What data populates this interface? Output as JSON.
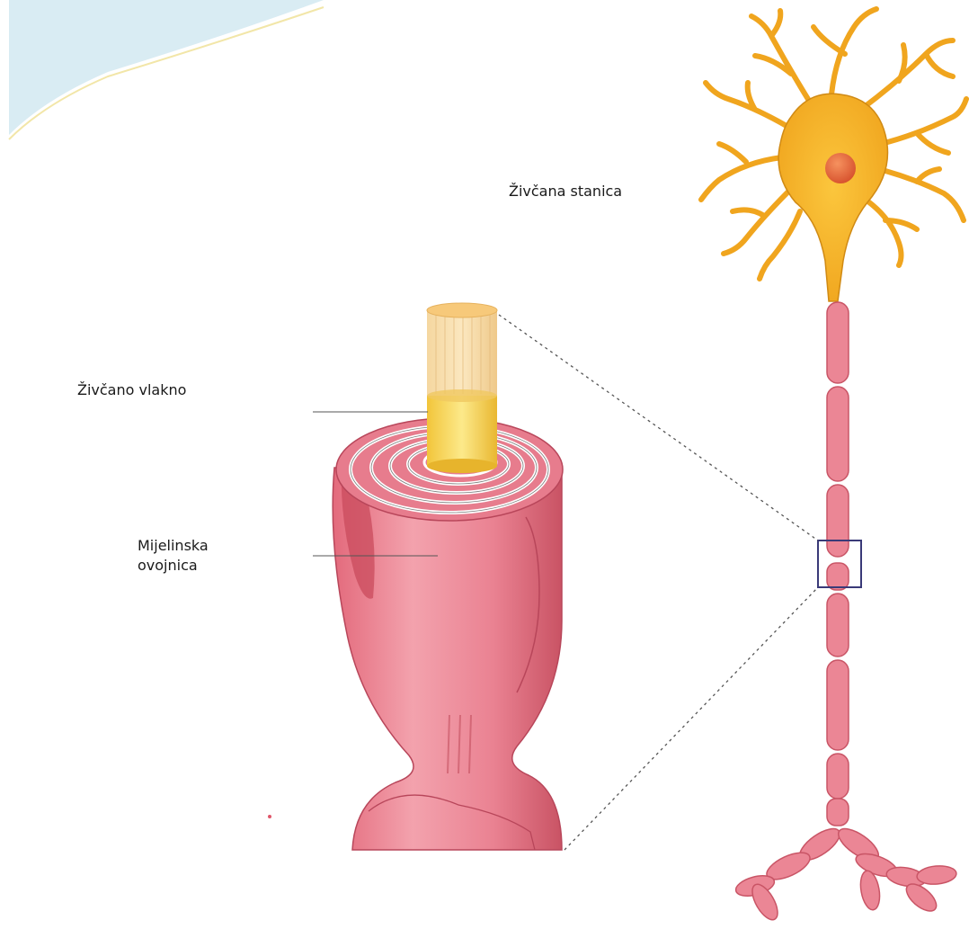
{
  "diagram": {
    "labels": {
      "nerve_cell": "Živčana stanica",
      "nerve_fiber": "Živčano vlakno",
      "myelin_sheath_line1": "Mijelinska",
      "myelin_sheath_line2": "ovojnica"
    },
    "colors": {
      "neuron_body": "#f6b52a",
      "neuron_outline": "#c88a12",
      "nucleus": "#e7643a",
      "myelin_pink": "#e97b8c",
      "myelin_dark": "#c4505f",
      "axon_core": "#f8d95c",
      "zoom_box": "#3a3a78",
      "corner_tint": "#d9ecf3"
    }
  }
}
